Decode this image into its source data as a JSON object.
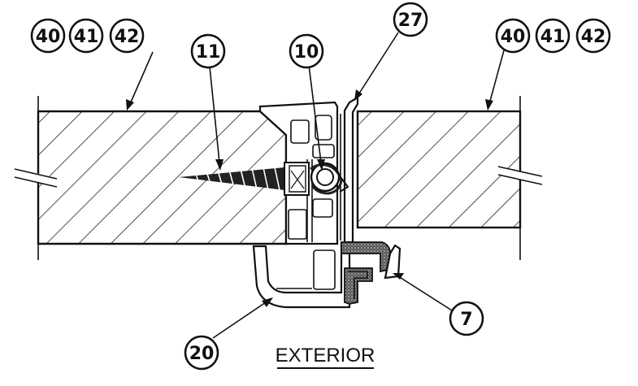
{
  "callouts": {
    "left_a": "40",
    "left_b": "41",
    "left_c": "42",
    "right_a": "40",
    "right_b": "41",
    "right_c": "42",
    "screw": "11",
    "fastener": "10",
    "flange": "27",
    "gasket": "7",
    "profile": "20"
  },
  "label_exterior": "EXTERIOR"
}
